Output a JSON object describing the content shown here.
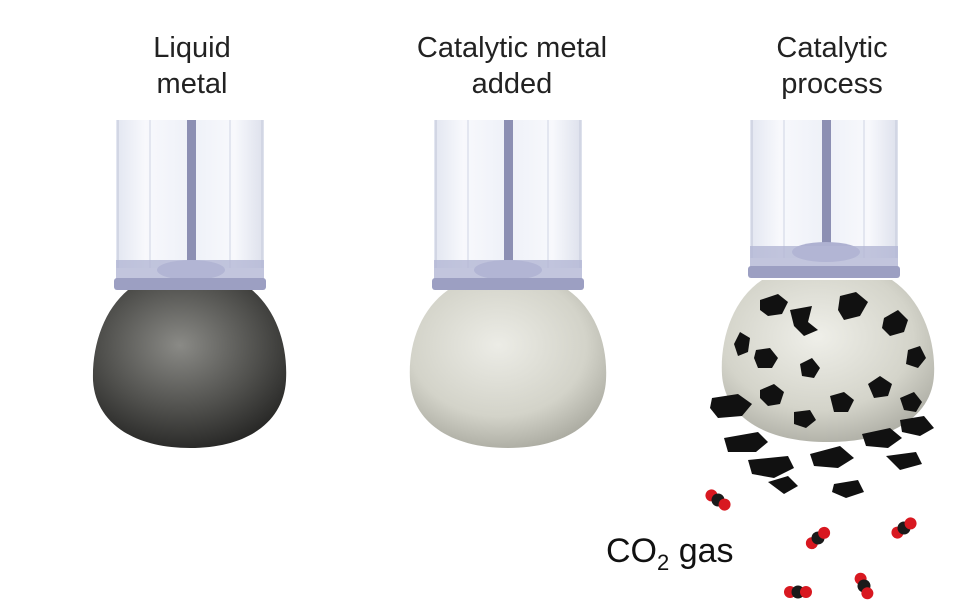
{
  "panels": [
    {
      "title_line1": "Liquid",
      "title_line2": "metal"
    },
    {
      "title_line1": "Catalytic metal",
      "title_line2": "added"
    },
    {
      "title_line1": "Catalytic",
      "title_line2": "process"
    }
  ],
  "gas_label": {
    "main": "CO",
    "subscript": "2",
    "suffix": " gas"
  },
  "colors": {
    "tube_glass": "#e8ecf6",
    "tube_ring": "#9c9fc2",
    "liquid_metal_dark": "#4a4a48",
    "liquid_metal_light": "#d9d9d0",
    "carbon_flake": "#111111",
    "oxygen_atom": "#d81820",
    "carbon_atom": "#1a1a1a"
  }
}
